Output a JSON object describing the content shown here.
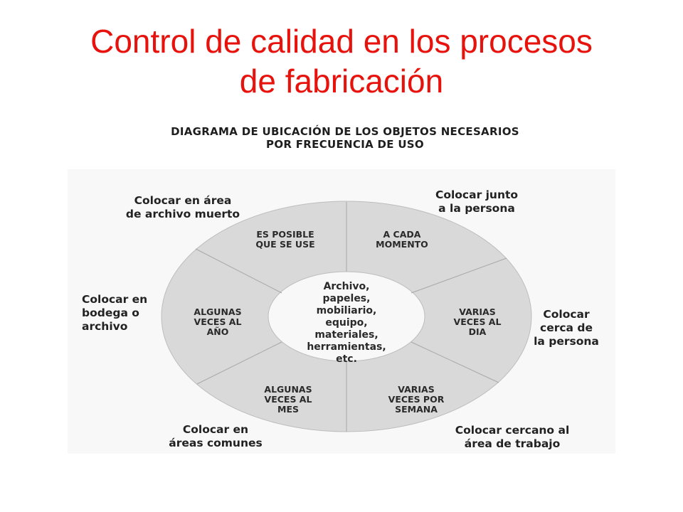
{
  "slide": {
    "title_line1": "Control de calidad en los procesos",
    "title_line2": "de fabricación",
    "title_color": "#e8120c"
  },
  "diagram": {
    "heading_line1": "DIAGRAMA DE UBICACIÓN DE LOS OBJETOS NECESARIOS",
    "heading_line2": "POR FRECUENCIA DE USO",
    "ring_color": "#d9d9d9",
    "center": [
      "Archivo,",
      "papeles,",
      "mobiliario,",
      "equipo,",
      "materiales,",
      "herramientas,",
      "etc."
    ],
    "segments": [
      {
        "frequency": [
          "ES POSIBLE",
          "QUE SE USE"
        ],
        "placement": [
          "Colocar en área",
          "de archivo muerto"
        ]
      },
      {
        "frequency": [
          "A CADA",
          "MOMENTO"
        ],
        "placement": [
          "Colocar junto",
          "a la persona"
        ]
      },
      {
        "frequency": [
          "VARIAS",
          "VECES AL",
          "DIA"
        ],
        "placement": [
          "Colocar",
          "cerca de",
          "la persona"
        ]
      },
      {
        "frequency": [
          "VARIAS",
          "VECES POR",
          "SEMANA"
        ],
        "placement": [
          "Colocar cercano al",
          "área de trabajo"
        ]
      },
      {
        "frequency": [
          "ALGUNAS",
          "VECES AL",
          "MES"
        ],
        "placement": [
          "Colocar en",
          "áreas comunes"
        ]
      },
      {
        "frequency": [
          "ALGUNAS",
          "VECES AL",
          "AÑO"
        ],
        "placement": [
          "Colocar en",
          "bodega o",
          "archivo"
        ]
      }
    ]
  }
}
